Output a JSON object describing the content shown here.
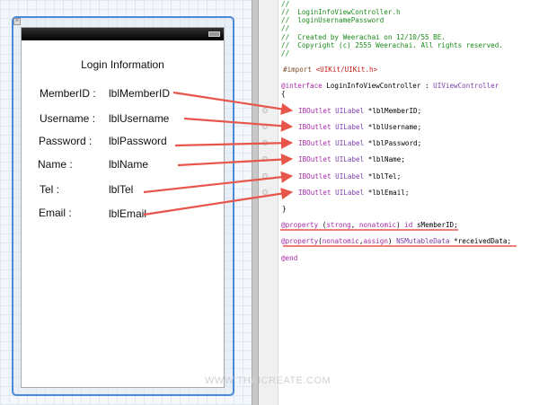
{
  "storyboard": {
    "title": "Login Information",
    "rows": [
      {
        "caption": "MemberID :",
        "value": "lblMemberID"
      },
      {
        "caption": "Username :",
        "value": "lblUsername"
      },
      {
        "caption": "Password :",
        "value": "lblPassword"
      },
      {
        "caption": "Name :",
        "value": "lblName"
      },
      {
        "caption": "Tel :",
        "value": "lblTel"
      },
      {
        "caption": "Email :",
        "value": "lblEmail"
      }
    ]
  },
  "code": {
    "comments": [
      "//",
      "//  LoginInfoViewController.h",
      "//  loginUsernamePassword",
      "//",
      "//  Created by Weerachai on 12/10/55 BE.",
      "//  Copyright (c) 2555 Weerachai. All rights reserved.",
      "//"
    ],
    "import_kw": "#import",
    "import_path": "<UIKit/UIKit.h>",
    "interface_kw": "@interface",
    "interface_rest": " LoginInfoViewController : ",
    "superclass": "UIViewController",
    "open_brace": "{",
    "close_brace": "}",
    "outlet_kw": "IBOutlet",
    "outlet_type": "UILabel",
    "outlets": [
      "*lblMemberID;",
      "*lblUsername;",
      "*lblPassword;",
      "*lblName;",
      "*lblTel;",
      "*lblEmail;"
    ],
    "prop1": {
      "kw": "@property",
      "a": " (",
      "attr1": "strong",
      "sep": ", ",
      "attr2": "nonatomic",
      "b": ") ",
      "type": "id",
      "name": " sMemberID;"
    },
    "prop2": {
      "kw": "@property",
      "a": "(",
      "attr1": "nonatomic",
      "sep": ",",
      "attr2": "assign",
      "b": ") ",
      "type": "NSMutableData",
      "name": " *receivedData;"
    },
    "end": "@end"
  },
  "watermark": "WWW.THAICREATE.COM",
  "colors": {
    "arrow": "#e8554a",
    "comment": "#1b8a1b",
    "keyword": "#a52aa5",
    "frame": "#4a8ad8"
  }
}
